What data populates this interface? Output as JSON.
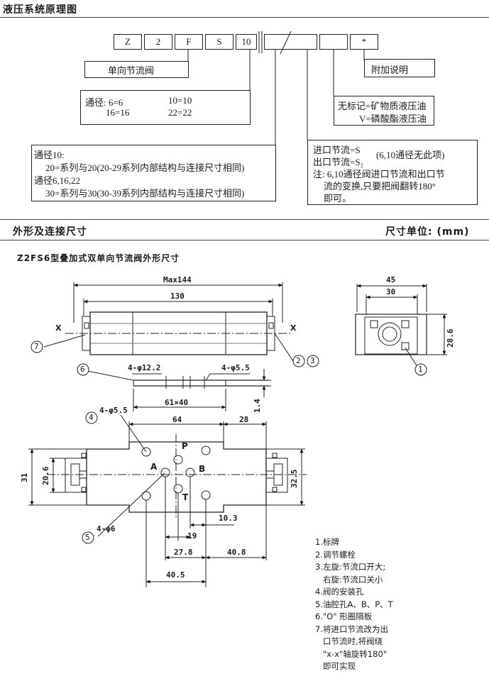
{
  "header": {
    "title": "液压系统原理图"
  },
  "model_code": {
    "cells": [
      "Z",
      "2",
      "F",
      "S",
      "10",
      "",
      "",
      "*"
    ]
  },
  "labels": {
    "valve_name": "单向节流阀",
    "note_label": "附加说明",
    "bore_line1_a": "通径: 6=6",
    "bore_line1_b": "10=10",
    "bore_line2_a": "16=16",
    "bore_line2_b": "22=22",
    "series_1": "通径10:",
    "series_2": "20=系列与20(20-29系列内部结构与连接尺寸相同)",
    "series_3": "通径6,16,22",
    "series_4": "30=系列与30(30-39系列内部结构与连接尺寸相同)",
    "oil_1": "无标记=矿物质液压油",
    "oil_2": "V=磷酸酯液压油",
    "throttle_1": "进口节流=S",
    "throttle_1b": "(6,10通径无此项)",
    "throttle_2": "出口节流=S₂",
    "throttle_3": "注: 6,10通径阀进口节流和出口节",
    "throttle_4": "流的变换,只要把阀翻转180°",
    "throttle_5": "即可。"
  },
  "section2": {
    "title": "外形及连接尺寸",
    "unit": "尺寸单位: (mm)"
  },
  "drawing": {
    "caption": "Z2FS6型叠加式双单向节流阀外形尺寸",
    "dims": {
      "max_len": "Max144",
      "len130": "130",
      "w45": "45",
      "w30": "30",
      "h28_6": "28.6",
      "hole_12_2": "4-φ12.2",
      "hole_5_5_top": "4-φ5.5",
      "seal": "61×40",
      "d1_4": "1.4",
      "d64": "64",
      "d28": "28",
      "hole_5_5_left": "4-φ5.5",
      "d31": "31",
      "d20_6": "20.6",
      "d32_5": "32.5",
      "hole_6": "4-φ6",
      "d10_3": "10.3",
      "d19": "19",
      "d27_8": "27.8",
      "d40_8": "40.8",
      "d40_5": "40.5"
    },
    "ports": {
      "a": "A",
      "b": "B",
      "p": "P",
      "t": "T"
    },
    "section_marks": {
      "left": "X",
      "right": "X"
    },
    "callouts": {
      "c1": "1",
      "c2": "2",
      "c3": "3",
      "c4": "4",
      "c5": "5",
      "c6": "6",
      "c7": "7"
    }
  },
  "legend": [
    "1.标牌",
    "2.调节螺栓",
    "3.左旋:节流口开大;",
    "   右旋:节流口关小",
    "4.阀的安装孔",
    "5.油腔孔A、B、P、T",
    "6.\"O\" 形圈隔板",
    "7.将进口节流改为出",
    "   口节流时,将阀绕",
    "   \"x-x\"轴旋转180°",
    "   即可实现"
  ]
}
